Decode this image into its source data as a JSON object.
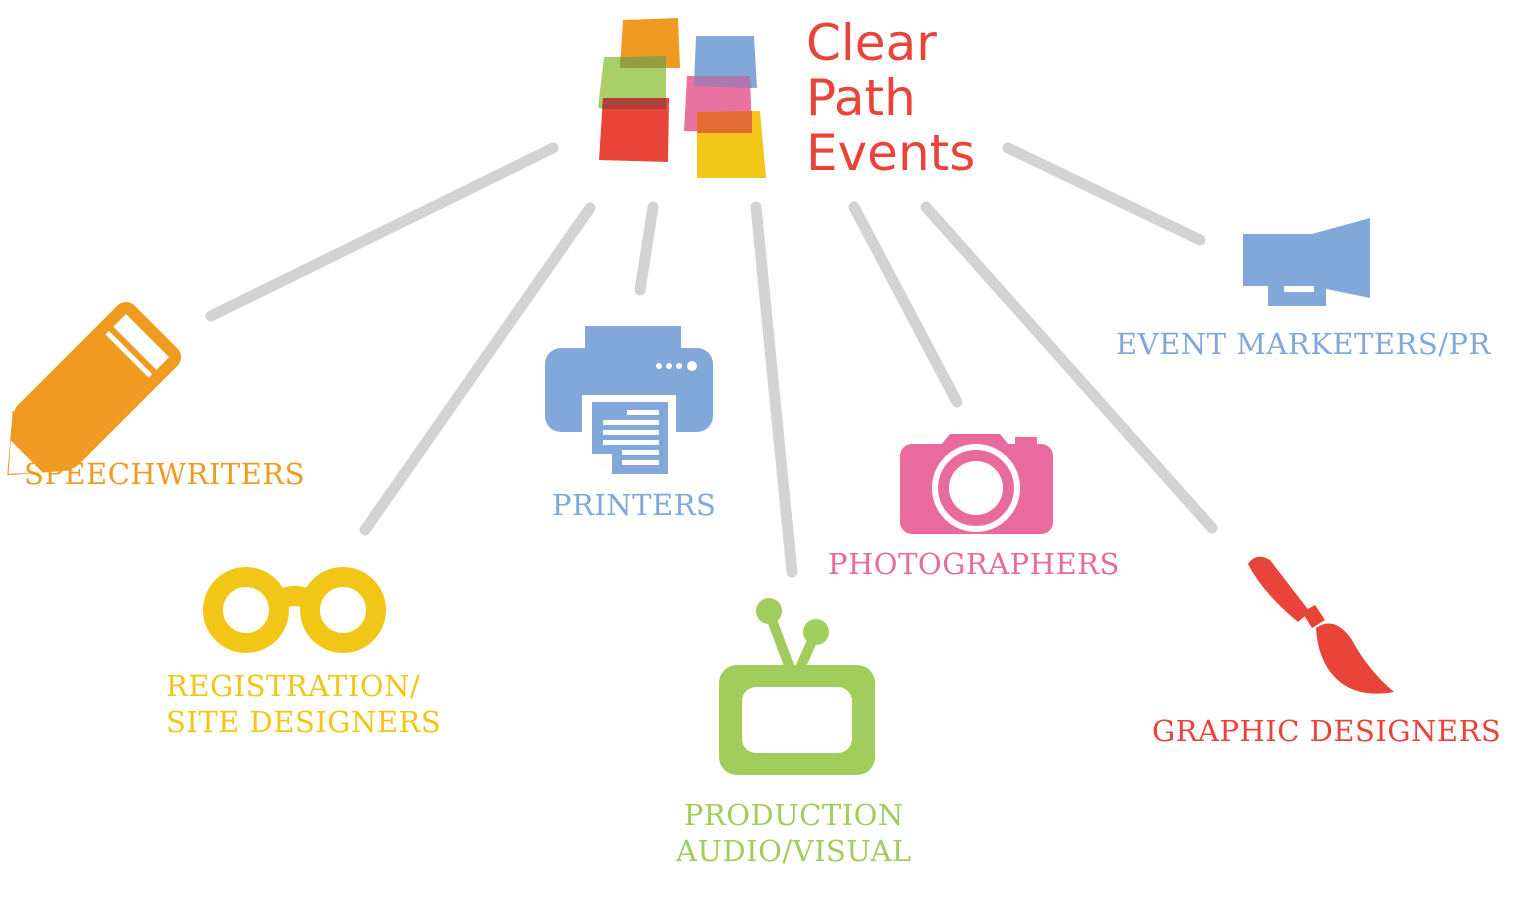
{
  "brand": {
    "line1": "Clear",
    "line2": "Path",
    "line3": "Events",
    "color": "#E8443A"
  },
  "nodes": {
    "speechwriters": {
      "label": "SPEECHWRITERS",
      "icon": "pencil-icon",
      "color": "#EF9B22"
    },
    "registration": {
      "label_line1": "REGISTRATION/",
      "label_line2": "SITE DESIGNERS",
      "icon": "glasses-icon",
      "color": "#F2C617"
    },
    "printers": {
      "label": "PRINTERS",
      "icon": "printer-icon",
      "color": "#82A7D9"
    },
    "production": {
      "label_line1": "PRODUCTION",
      "label_line2": "AUDIO/VISUAL",
      "icon": "tv-icon",
      "color": "#A2CC5B"
    },
    "photographers": {
      "label": "PHOTOGRAPHERS",
      "icon": "camera-icon",
      "color": "#E96A9C"
    },
    "graphic": {
      "label": "GRAPHIC DESIGNERS",
      "icon": "paintbrush-icon",
      "color": "#E8443A"
    },
    "marketers": {
      "label": "EVENT MARKETERS/PR",
      "icon": "megaphone-icon",
      "color": "#82A7D9"
    }
  },
  "connector_color": "#D3D3D3"
}
